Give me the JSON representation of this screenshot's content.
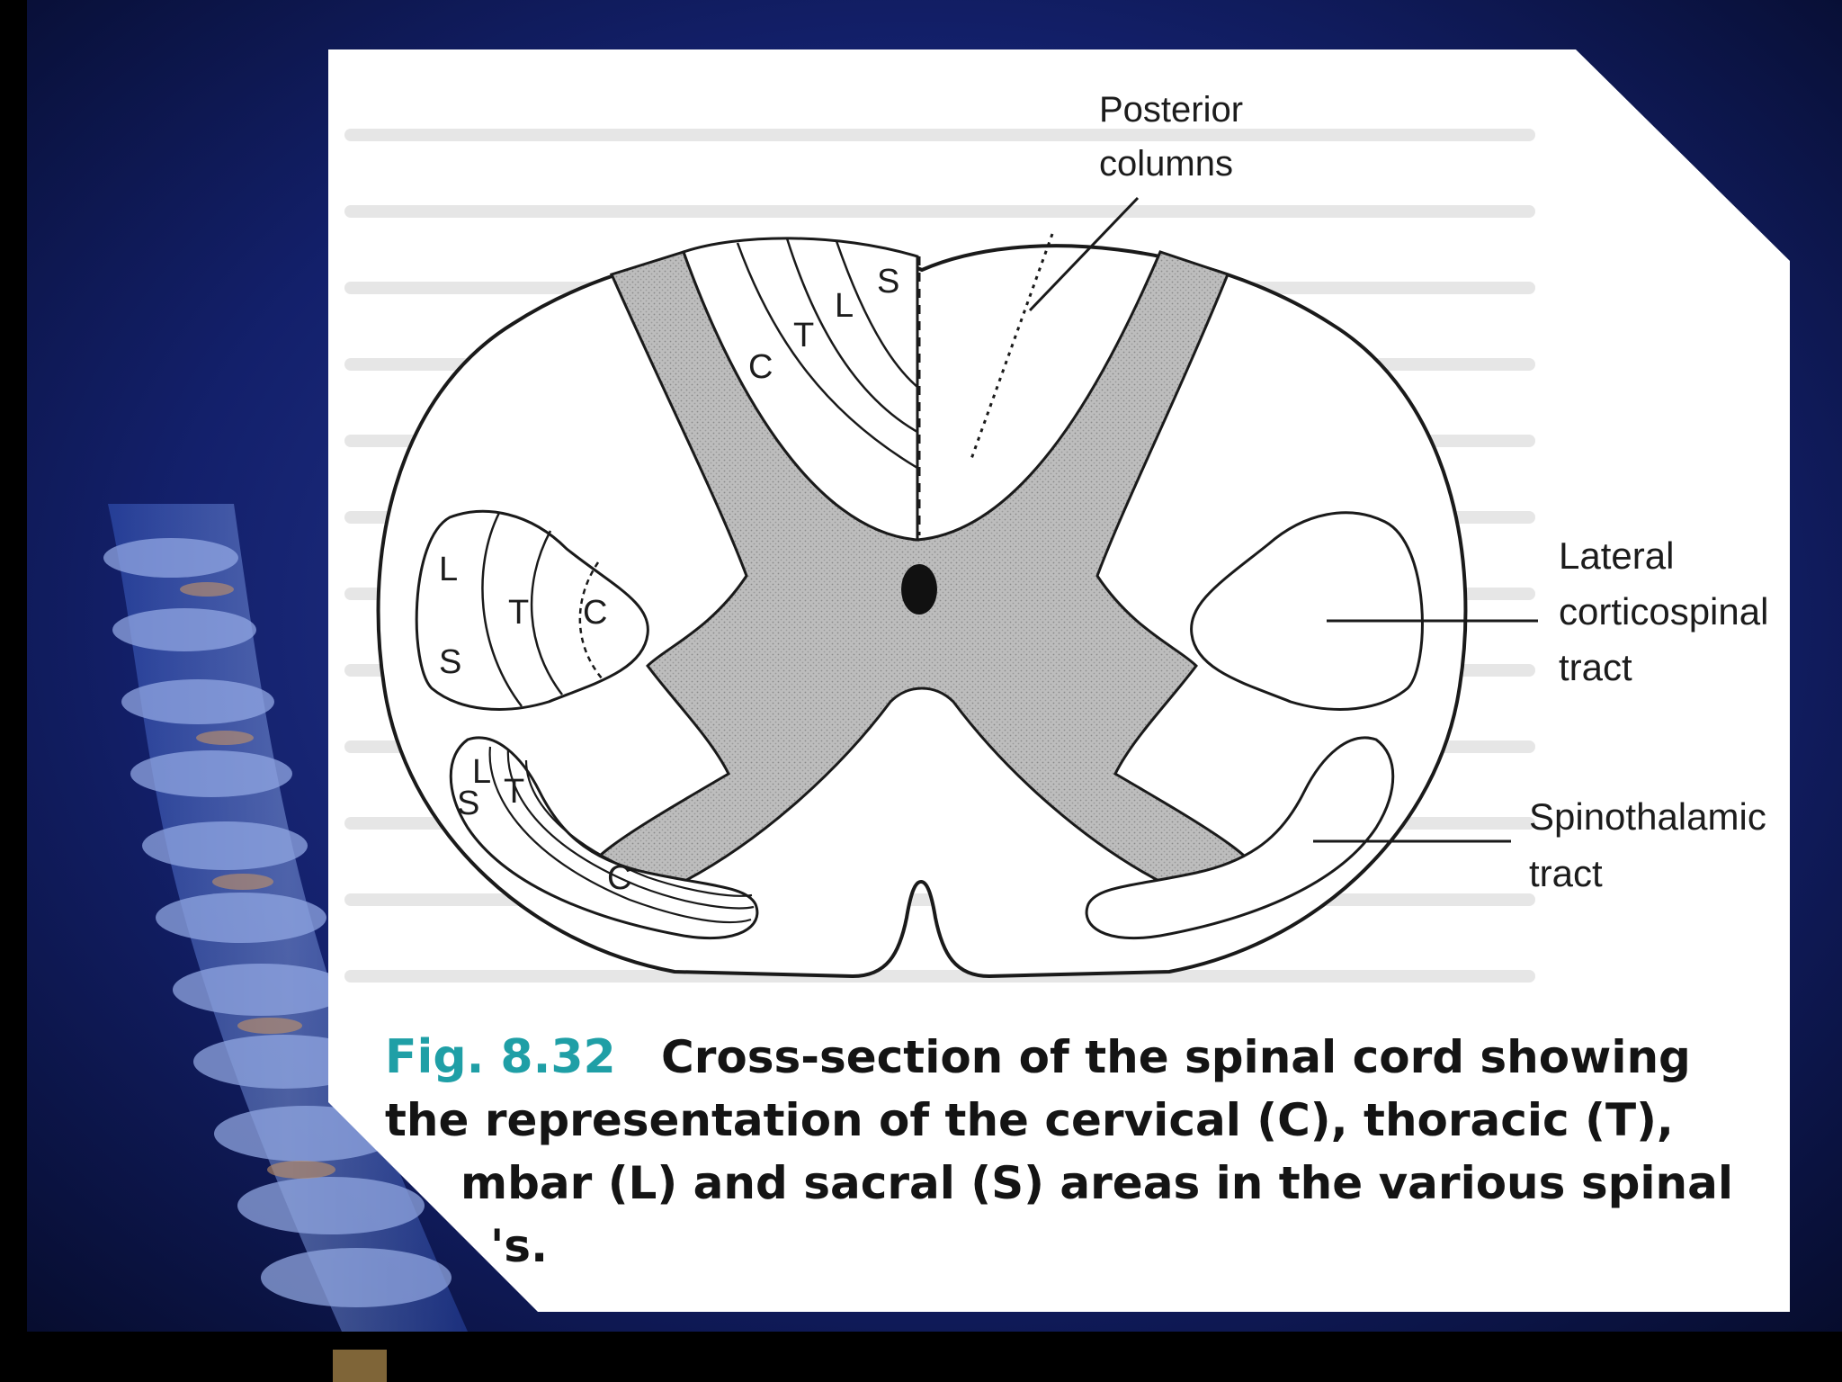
{
  "labels": {
    "posterior_columns": [
      "Posterior",
      "columns"
    ],
    "lateral_corticospinal_tract": [
      "Lateral",
      "corticospinal",
      "tract"
    ],
    "spinothalamic_tract": [
      "Spinothalamic",
      "tract"
    ]
  },
  "segments": {
    "posterior": [
      "S",
      "L",
      "T",
      "C"
    ],
    "lateral_corticospinal": [
      "L",
      "T",
      "C",
      "S"
    ],
    "spinothalamic": [
      "S",
      "L",
      "T",
      "C"
    ]
  },
  "caption": {
    "fig_number": "Fig. 8.32",
    "title_line1": "Cross-section of the spinal cord showing",
    "line2": "the representation of the cervical (C), thoracic (T),",
    "line3": "mbar (L) and sacral (S) areas in the various spinal",
    "line4": "'s."
  },
  "colors": {
    "background": "#0a1238",
    "paper": "#ffffff",
    "grey_matter": "#b8b8b8",
    "caption_figure": "#1f9fa6"
  }
}
